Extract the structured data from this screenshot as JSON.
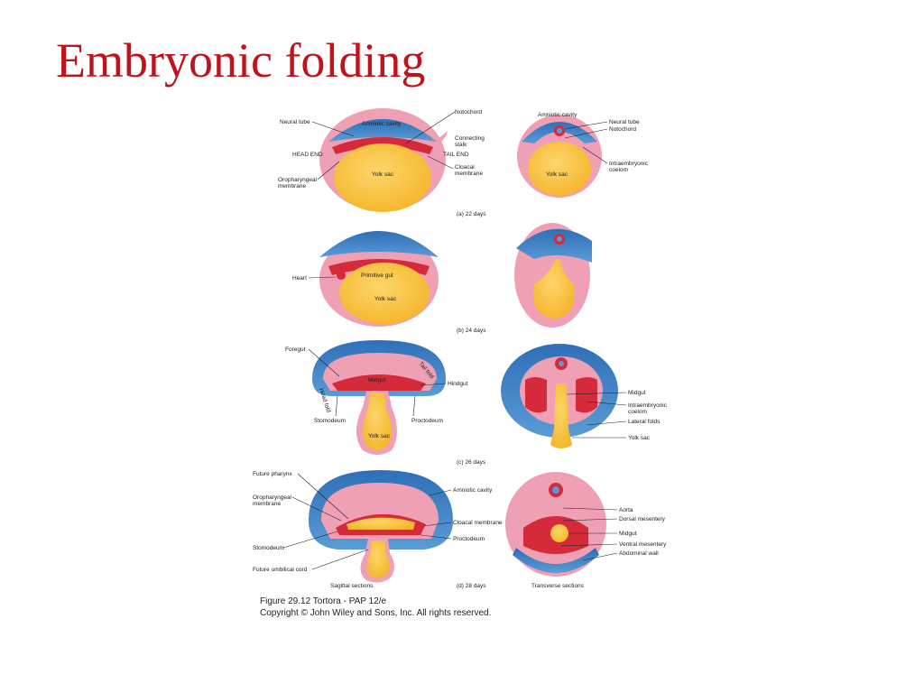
{
  "slide": {
    "title": "Embryonic folding"
  },
  "colors": {
    "title": "#c0141c",
    "amnion": "#5b9bd5",
    "amnion_dark": "#2e6fb8",
    "ectoderm_pink": "#f0a0b4",
    "mesoderm_red": "#d42a3a",
    "yolk": "#f5b52a",
    "yolk_light": "#fcd66a"
  },
  "panels": {
    "a": {
      "caption": "(a) 22 days",
      "sagittal_labels": {
        "neural_tube": "Neural tube",
        "head_end": "HEAD END",
        "oropharyngeal": [
          "Oropharyngeal",
          "membrane"
        ],
        "amniotic_cavity": "Amniotic cavity",
        "yolk_sac": "Yolk sac",
        "notochord": "Notochord",
        "connecting_stalk": [
          "Connecting",
          "stalk"
        ],
        "tail_end": "TAIL END",
        "cloacal": [
          "Cloacal",
          "membrane"
        ]
      },
      "transverse_labels": {
        "amniotic_cavity": "Amniotic cavity",
        "neural_tube": "Neural tube",
        "notochord": "Notochord",
        "yolk_sac": "Yolk sac",
        "intraembryonic": [
          "Intraembryonic",
          "coelom"
        ]
      }
    },
    "b": {
      "caption": "(b) 24 days",
      "sagittal_labels": {
        "heart": "Heart",
        "primitive_gut": "Primitive gut",
        "yolk_sac": "Yolk sac"
      }
    },
    "c": {
      "caption": "(c) 26 days",
      "sagittal_labels": {
        "foregut": "Foregut",
        "head_fold": "Head fold",
        "tail_fold": "Tail fold",
        "midgut": "Midgut",
        "hindgut": "Hindgut",
        "stomodeum": "Stomodeum",
        "proctodeum": "Proctodeum",
        "yolk_sac": "Yolk sac"
      },
      "transverse_labels": {
        "midgut": "Midgut",
        "intraembryonic": [
          "Intraembryonic",
          "coelom"
        ],
        "lateral_folds": "Lateral folds",
        "yolk_sac": "Yolk sac"
      }
    },
    "d": {
      "caption": "(d) 28 days",
      "sagittal_labels": {
        "future_pharynx": "Future pharynx",
        "oropharyngeal": [
          "Oropharyngeal",
          "membrane"
        ],
        "stomodeum": "Stomodeum",
        "future_umbilical": "Future umbilical cord",
        "amniotic_cavity": "Amniotic cavity",
        "cloacal": "Cloacal membrane",
        "proctodeum": "Proctodeum"
      },
      "transverse_labels": {
        "aorta": "Aorta",
        "dorsal_mesentery": "Dorsal mesentery",
        "midgut": "Midgut",
        "ventral_mesentery": "Ventral mesentery",
        "abdominal_wall": "Abdominal wall"
      },
      "section_labels": {
        "sagittal": "Sagittal sections",
        "transverse": "Transverse sections"
      }
    }
  },
  "figure_caption": {
    "line1": "Figure 29.12  Tortora - PAP 12/e",
    "line2": "Copyright © John Wiley and Sons, Inc. All rights reserved."
  }
}
